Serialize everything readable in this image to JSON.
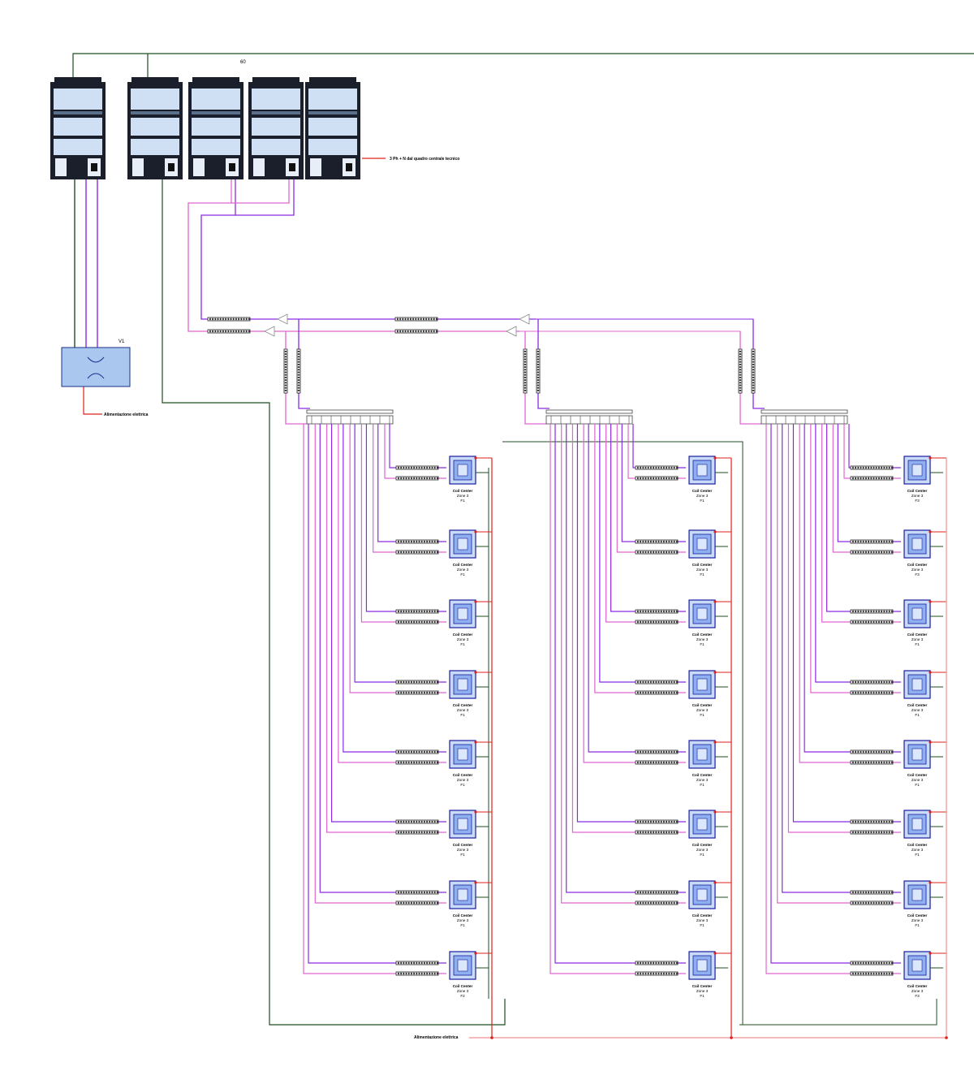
{
  "labels": {
    "outdoor_group": "60",
    "ventilation_unit": "V1",
    "power_outdoor": "3 Ph + N dal quadro centrale tecnico",
    "power_ventilation": "Alimentazione elettrica",
    "power_indoor": "Alimentazione elettrica"
  },
  "outdoor_units": [
    {
      "id": "ou-1"
    },
    {
      "id": "ou-2"
    },
    {
      "id": "ou-3"
    },
    {
      "id": "ou-4"
    },
    {
      "id": "ou-5"
    }
  ],
  "columns": [
    {
      "id": "col-1",
      "units": [
        {
          "l1": "Coil Center",
          "l2": "Zone 3",
          "l3": "F1"
        },
        {
          "l1": "Coil Center",
          "l2": "Zone 3",
          "l3": "F1"
        },
        {
          "l1": "Coil Center",
          "l2": "Zone 3",
          "l3": "F1"
        },
        {
          "l1": "Coil Center",
          "l2": "Zone 3",
          "l3": "F1"
        },
        {
          "l1": "Coil Center",
          "l2": "Zone 3",
          "l3": "F1"
        },
        {
          "l1": "Coil Center",
          "l2": "Zone 3",
          "l3": "F1"
        },
        {
          "l1": "Coil Center",
          "l2": "Zone 3",
          "l3": "F1"
        },
        {
          "l1": "Coil Center",
          "l2": "Zone 3",
          "l3": "F2"
        }
      ]
    },
    {
      "id": "col-2",
      "units": [
        {
          "l1": "Coil Center",
          "l2": "Zone 3",
          "l3": "F1"
        },
        {
          "l1": "Coil Center",
          "l2": "Zone 3",
          "l3": "F1"
        },
        {
          "l1": "Coil Center",
          "l2": "Zone 3",
          "l3": "F1"
        },
        {
          "l1": "Coil Center",
          "l2": "Zone 3",
          "l3": "F1"
        },
        {
          "l1": "Coil Center",
          "l2": "Zone 3",
          "l3": "F1"
        },
        {
          "l1": "Coil Center",
          "l2": "Zone 3",
          "l3": "F1"
        },
        {
          "l1": "Coil Center",
          "l2": "Zone 3",
          "l3": "F1"
        },
        {
          "l1": "Coil Center",
          "l2": "Zone 3",
          "l3": "F1"
        }
      ]
    },
    {
      "id": "col-3",
      "units": [
        {
          "l1": "Coil Center",
          "l2": "Zone 3",
          "l3": "F3"
        },
        {
          "l1": "Coil Center",
          "l2": "Zone 3",
          "l3": "F3"
        },
        {
          "l1": "Coil Center",
          "l2": "Zone 3",
          "l3": "F1"
        },
        {
          "l1": "Coil Center",
          "l2": "Zone 3",
          "l3": "F1"
        },
        {
          "l1": "Coil Center",
          "l2": "Zone 3",
          "l3": "F1"
        },
        {
          "l1": "Coil Center",
          "l2": "Zone 3",
          "l3": "F1"
        },
        {
          "l1": "Coil Center",
          "l2": "Zone 3",
          "l3": "F1"
        },
        {
          "l1": "Coil Center",
          "l2": "Zone 3",
          "l3": "F3"
        }
      ]
    }
  ],
  "colors": {
    "gas_pipe": "#8a2be2",
    "liquid_pipe": "#e066d0",
    "comm_line": "#1f4d1f",
    "power_line": "#e0201c",
    "power_line_light": "#f09090",
    "unit_fill": "#c8dcf8",
    "unit_border": "#1a1aa0",
    "outdoor_fill": "#1a1f2b",
    "outdoor_panel": "#cfe0f5",
    "vent_fill": "#a9c7ef"
  }
}
